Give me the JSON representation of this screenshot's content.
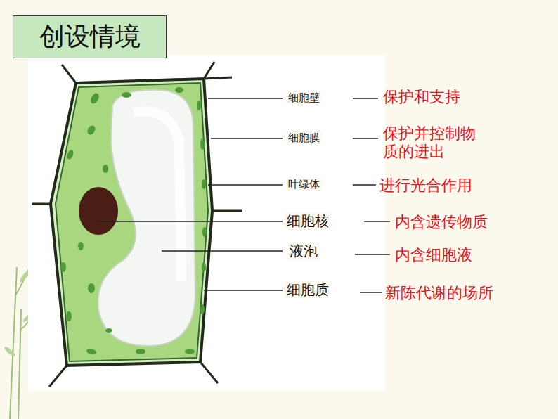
{
  "diagram": {
    "nodes": [
      {
        "text": [
          "创设情境"
        ]
      }
    ],
    "labels": [
      "细胞壁",
      "保护和支持",
      "细胞膜",
      "保护并控制物质的进出",
      "叶绿体",
      "进行光合作用",
      "细胞核",
      "内含遗传物质",
      "液泡",
      "内含细胞液",
      "细胞质",
      "新陈代谢的场所"
    ]
  }
}
